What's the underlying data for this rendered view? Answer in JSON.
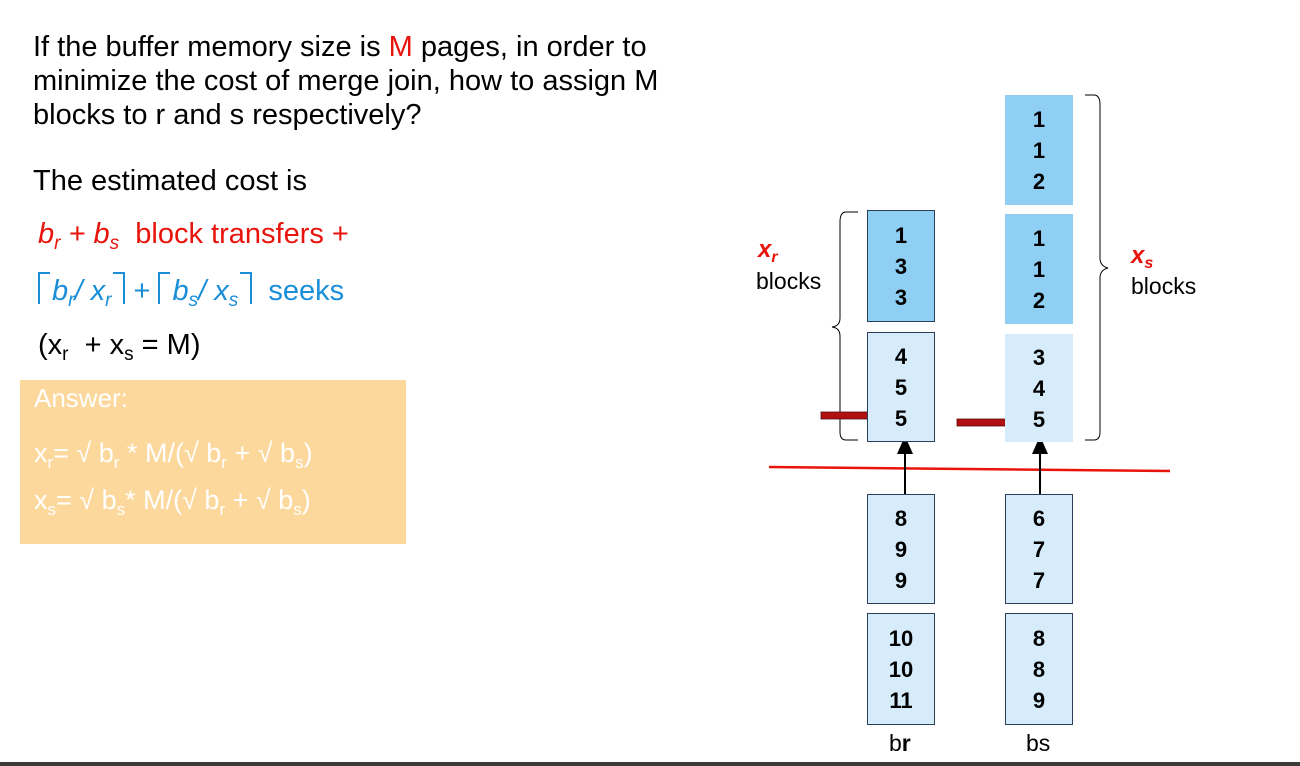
{
  "question": {
    "before_m": "If the buffer memory size is ",
    "m": "M",
    "after_m": " pages, in order to minimize the cost of merge join, how to assign M blocks to r and s respectively?"
  },
  "estimate_label": "The estimated cost is",
  "formula": {
    "line1_text": "block transfers  +",
    "line2_text": "seeks",
    "line3_open": "(x",
    "line3_mid": " + x",
    "line3_close": " = M)"
  },
  "answer": {
    "title": "Answer:",
    "xr": "x",
    "xr_rest": "= √ b",
    "xr_rest2": " * M/(√ b",
    "xr_rest3": " + √ b",
    "xr_rest4": ")",
    "xs": "x",
    "xs_rest": "= √ b",
    "xs_rest2": "* M/(√ b",
    "xs_rest3": " + √ b",
    "xs_rest4": ")"
  },
  "diagram": {
    "xr_label": "x",
    "xr_sub": "r",
    "xr_blocks": "blocks",
    "xs_label": "x",
    "xs_sub": "s",
    "xs_blocks": "blocks",
    "br_label_b": "b",
    "br_label_r": "r",
    "bs_label": "bs",
    "r_blocks": [
      [
        "1",
        "3",
        "3"
      ],
      [
        "4",
        "5",
        "5"
      ],
      [
        "8",
        "9",
        "9"
      ],
      [
        "10",
        "10",
        "11"
      ]
    ],
    "s_blocks": [
      [
        "1",
        "1",
        "2"
      ],
      [
        "1",
        "1",
        "2"
      ],
      [
        "3",
        "4",
        "5"
      ],
      [
        "6",
        "7",
        "7"
      ],
      [
        "8",
        "8",
        "9"
      ]
    ],
    "colors": {
      "red": "#e8140c",
      "blue": "#1a8fd8",
      "dark_block": "#8ecff3",
      "light_block": "#d6ecfb",
      "arrow": "#b01010"
    }
  }
}
